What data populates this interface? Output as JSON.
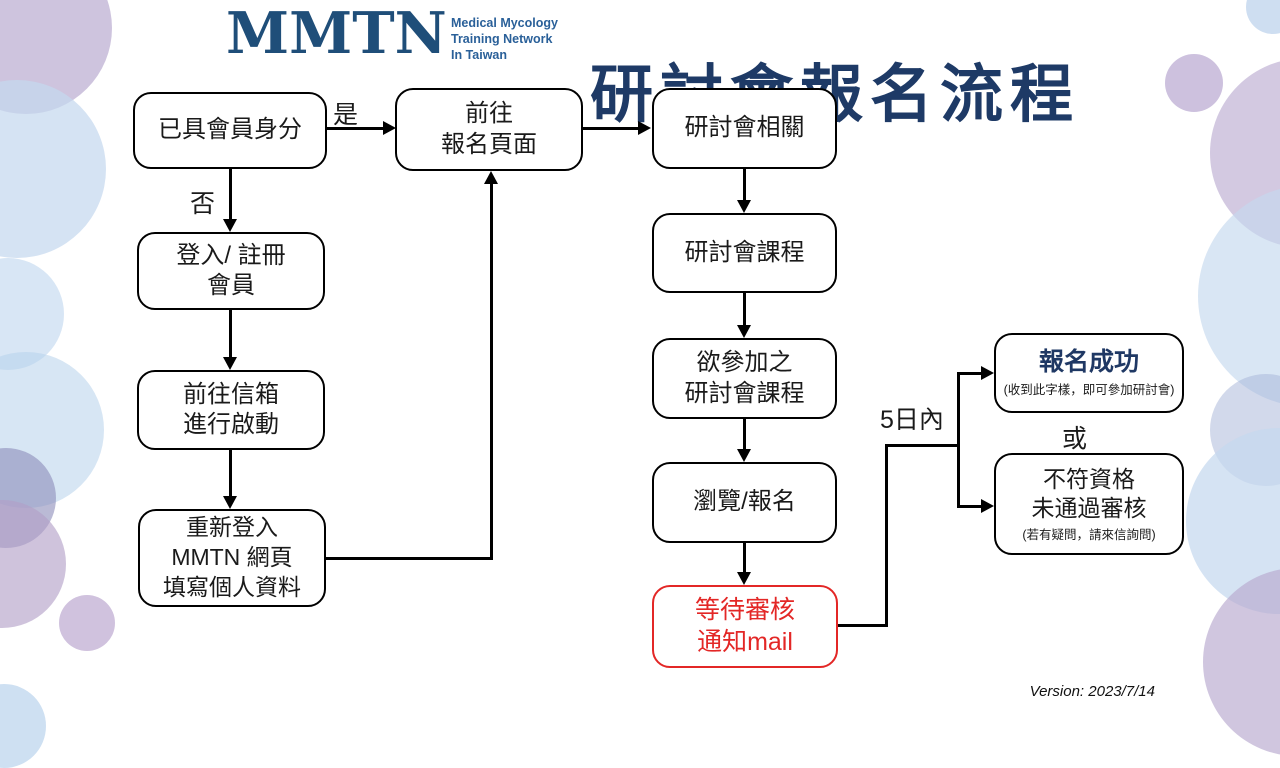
{
  "page": {
    "title": "研討會報名流程",
    "version": "Version: 2023/7/14"
  },
  "logo": {
    "acronym": "MMTN",
    "tagline_line1": "Medical Mycology",
    "tagline_line2": "Training Network",
    "tagline_line3": "In Taiwan"
  },
  "flow": {
    "nodes": {
      "member_check": {
        "label": "已具會員身分"
      },
      "go_registration": {
        "label": "前往\n報名頁面"
      },
      "seminar_related": {
        "label": "研討會相關"
      },
      "login_register": {
        "label": "登入/ 註冊\n會員"
      },
      "mailbox_activate": {
        "label": "前往信箱\n進行啟動"
      },
      "relogin": {
        "label": "重新登入\nMMTN 網頁\n填寫個人資料"
      },
      "seminar_course": {
        "label": "研討會課程"
      },
      "course_to_join": {
        "label": "欲參加之\n研討會課程"
      },
      "browse_register": {
        "label": "瀏覽/報名"
      },
      "wait_review": {
        "label": "等待審核\n通知mail"
      },
      "success": {
        "label": "報名成功",
        "note": "(收到此字樣，即可參加研討會)"
      },
      "fail": {
        "label": "不符資格\n未通過審核",
        "note": "(若有疑問，請來信詢問)"
      }
    },
    "edge_labels": {
      "yes": "是",
      "no": "否",
      "within_5_days": "5日內",
      "or": "或"
    }
  },
  "colors": {
    "brand_navy": "#1e3a66",
    "logo_blue": "#1f4e79",
    "alert_red": "#e32726"
  }
}
